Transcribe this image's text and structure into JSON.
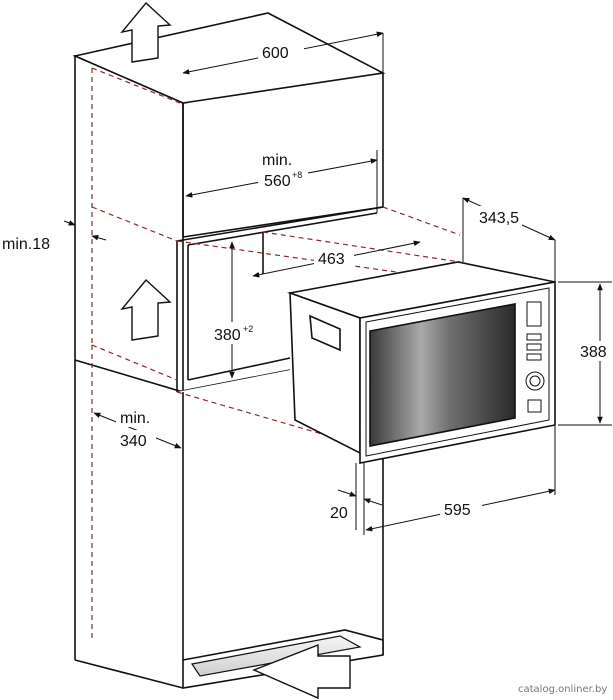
{
  "diagram": {
    "dimensions": {
      "cabinet_width": "600",
      "niche_min_label": "min.",
      "niche_width_base": "560",
      "niche_width_tolerance": "+8",
      "side_min": "min.18",
      "oven_depth": "343,5",
      "inner_depth": "463",
      "niche_height_base": "380",
      "niche_height_tolerance": "+2",
      "oven_height": "388",
      "lower_min_label": "min.",
      "lower_min_value": "340",
      "frame_depth": "20",
      "oven_width": "595"
    },
    "watermark": "catalog.onliner.by"
  }
}
